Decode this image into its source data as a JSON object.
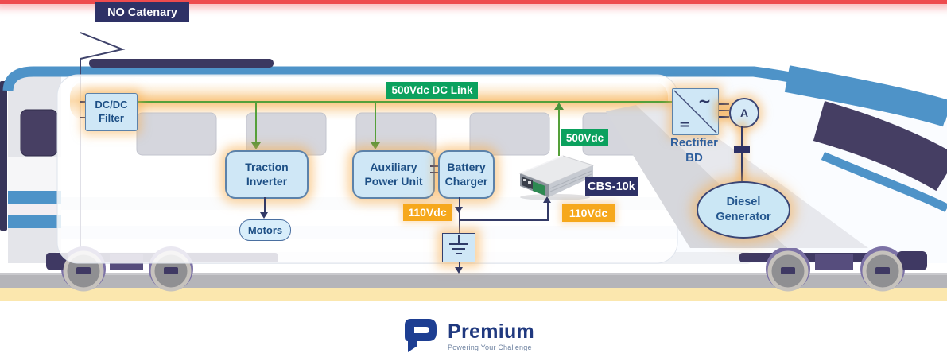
{
  "labels": {
    "no_catenary": "NO Catenary",
    "dc_link": "500Vdc DC Link",
    "v500": "500Vdc",
    "v110_left": "110Vdc",
    "v110_right": "110Vdc",
    "cbs": "CBS-10k"
  },
  "components": {
    "dcdc_filter": {
      "line1": "DC/DC",
      "line2": "Filter"
    },
    "traction_inverter": {
      "line1": "Traction",
      "line2": "Inverter"
    },
    "motors": {
      "label": "Motors"
    },
    "apu": {
      "line1": "Auxiliary",
      "line2": "Power Unit"
    },
    "battery_charger": {
      "line1": "Battery",
      "line2": "Charger"
    },
    "rectifier": {
      "line1": "Rectifier",
      "line2": "BD",
      "ac_symbol": "~",
      "dc_symbol": "="
    },
    "ammeter": {
      "label": "A"
    },
    "diesel_generator": {
      "line1": "Diesel",
      "line2": "Generator"
    }
  },
  "logo": {
    "name": "Premium",
    "tagline": "Powering Your Challenge"
  },
  "colors": {
    "catenary_red": "#ee4b4e",
    "flow_green": "#55a03a",
    "green_label_bg": "#0ba15e",
    "orange_label_bg": "#f6a81c",
    "navy_label_bg": "#2e3166",
    "box_fill": "#cfe7f6",
    "box_border": "#5c82aa",
    "box_text": "#1d4f85",
    "dark_line": "#333a66",
    "train_blue": "#4e93c8",
    "glow_orange": "#f8b450"
  }
}
